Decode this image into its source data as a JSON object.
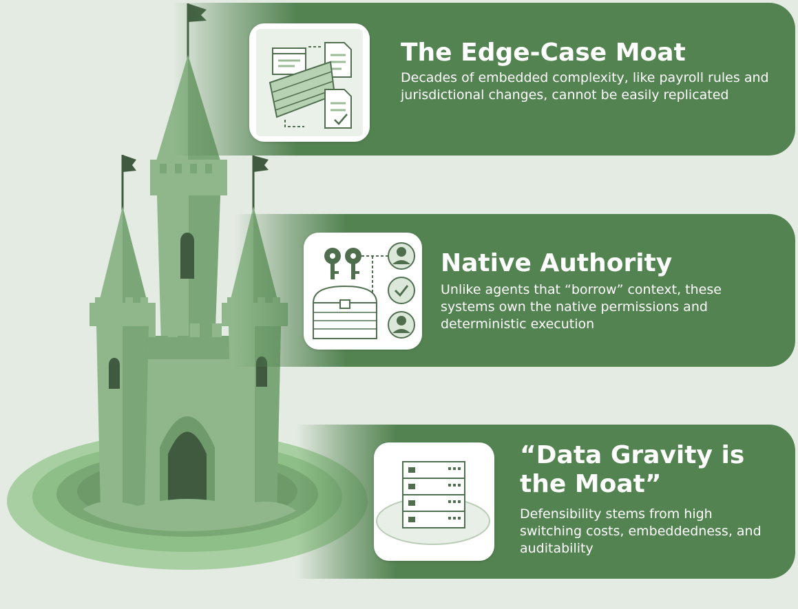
{
  "cards": [
    {
      "title": "The Edge-Case Moat",
      "description": "Decades of embedded complexity, like payroll rules and jurisdictional changes, cannot be easily replicated",
      "icon": "brick-wall-documents-icon"
    },
    {
      "title": "Native Authority",
      "description": "Unlike agents that “borrow” context, these systems own the native permissions and deterministic execution",
      "icon": "keys-chest-users-icon"
    },
    {
      "title": "“Data Gravity is the Moat”",
      "description": "Defensibility stems from high switching costs, embeddedness, and auditability",
      "icon": "server-stack-icon"
    }
  ],
  "illustration": {
    "icon": "castle-icon"
  },
  "colors": {
    "background": "#e4ebe3",
    "band": "#548352",
    "castle_light": "#8fb78b",
    "castle_mid": "#7ba677",
    "castle_dark": "#4b6b49",
    "flag": "#3f5a3e",
    "icon_line": "#4f6e4e"
  }
}
